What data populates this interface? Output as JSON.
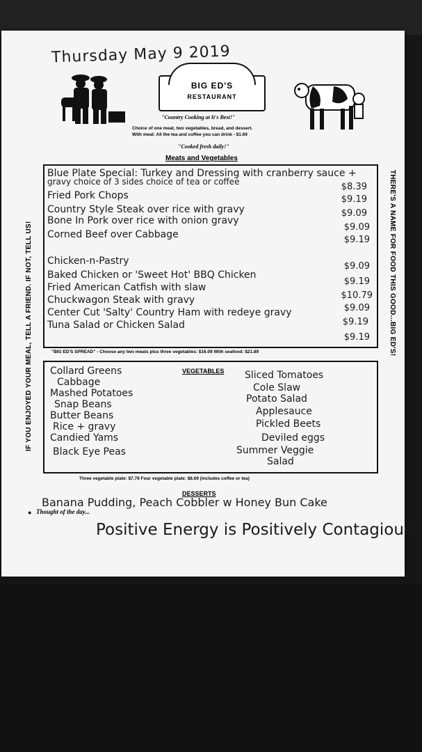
{
  "header": {
    "date": "Thursday  May 9  2019",
    "restaurant_name": "BIG ED'S",
    "restaurant_sub": "RESTAURANT",
    "tagline": "\"Country Cooking at It's Best!\"",
    "choice_line1": "Choice of one meat, two vegetables, bread, and dessert.",
    "choice_line2": "With meal: All the tea and coffee you can drink - $1.69",
    "cooked": "\"Cooked fresh daily!\"",
    "meats_heading": "Meats and Vegetables"
  },
  "sidebar": {
    "left": "IF YOU ENJOYED YOUR MEAL, TELL A FRIEND. IF NOT, TELL US!",
    "right": "THERE'S A NAME FOR FOOD THIS GOOD...BIG ED'S!"
  },
  "meats": [
    {
      "name": "Blue Plate Special: Turkey and Dressing with cranberry sauce +",
      "price": ""
    },
    {
      "name": "gravy choice of 3 sides choice of tea or coffee",
      "price": "$8.39"
    },
    {
      "name": "Fried Pork Chops",
      "price": "$9.19"
    },
    {
      "name": "Country Style Steak over rice with gravy",
      "price": "$9.09"
    },
    {
      "name": "Bone In Pork over rice with onion gravy",
      "price": "$9.09"
    },
    {
      "name": "Corned Beef over Cabbage",
      "price": "$9.19"
    },
    {
      "name": "Chicken-n-Pastry",
      "price": "$9.09"
    },
    {
      "name": "Baked Chicken or 'Sweet Hot' BBQ Chicken",
      "price": "$9.19"
    },
    {
      "name": "Fried American Catfish with slaw",
      "price": "$10.79"
    },
    {
      "name": "Chuckwagon Steak with gravy",
      "price": "$9.09"
    },
    {
      "name": "Center Cut 'Salty' Country Ham with redeye gravy",
      "price": "$9.19"
    },
    {
      "name": "Tuna Salad or Chicken Salad",
      "price": "$9.19"
    }
  ],
  "spread": "\"BIG ED'S SPREAD\" - Choose any two meats plus three vegetables: $16.09   With seafood: $21.89",
  "vegetables_heading": "VEGETABLES",
  "vegetables_left": [
    "Collard Greens",
    "Cabbage",
    "Mashed Potatoes",
    "Snap Beans",
    "Butter Beans",
    "Rice + gravy",
    "Candied Yams",
    "Black Eye Peas"
  ],
  "vegetables_right": [
    "Sliced Tomatoes",
    "Cole Slaw",
    "Potato Salad",
    "Applesauce",
    "Pickled Beets",
    "Deviled eggs",
    "Summer Veggie",
    "Salad"
  ],
  "plates": "Three vegetable plate: $7.79   Four vegetable plate: $8.69   (includes coffee or tea)",
  "desserts_heading": "DESSERTS",
  "desserts": "Banana Pudding, Peach Cobbler w Honey Bun Cake",
  "thought_label": "Thought of the day...",
  "quote": "Positive Energy is Positively Contagious!"
}
